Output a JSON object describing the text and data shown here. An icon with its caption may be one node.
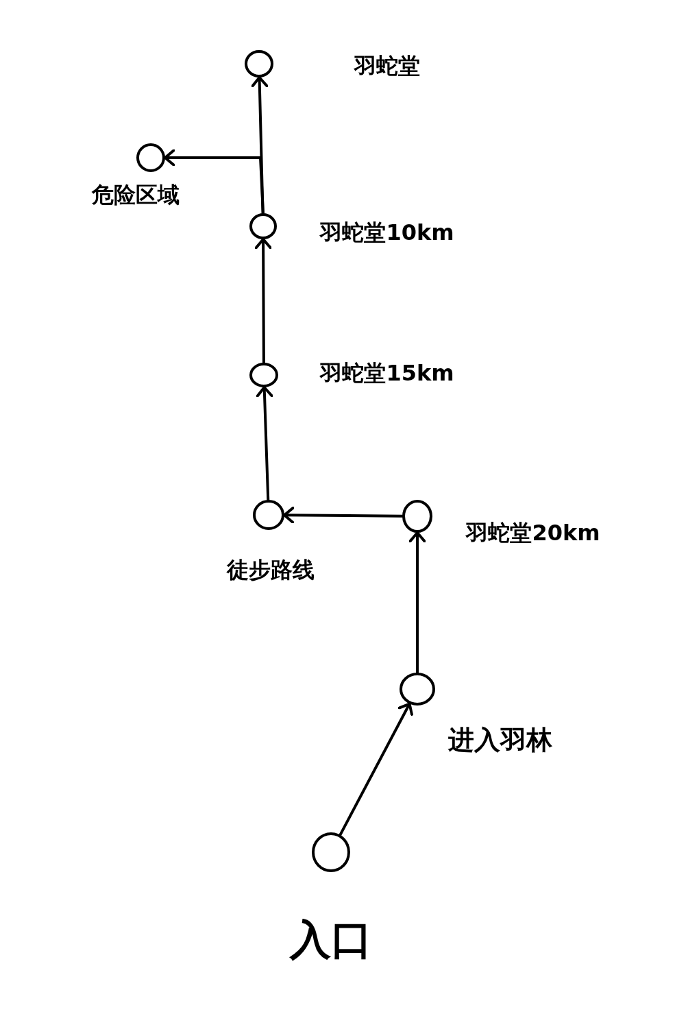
{
  "diagram": {
    "nodes": [
      {
        "text": [],
        "shape": "circle",
        "beside": [
          "羽蛇堂"
        ]
      },
      {
        "text": [],
        "shape": "circle",
        "beside": [
          "危险区域"
        ]
      },
      {
        "text": [],
        "shape": "circle",
        "beside": [
          "羽蛇堂10km"
        ]
      },
      {
        "text": [],
        "shape": "circle",
        "beside": [
          "羽蛇堂15km"
        ]
      },
      {
        "text": [],
        "shape": "circle",
        "beside": [
          "徒步路线"
        ]
      },
      {
        "text": [],
        "shape": "circle",
        "beside": [
          "羽蛇堂20km"
        ]
      },
      {
        "text": [],
        "shape": "circle",
        "beside": [
          "进入羽林"
        ]
      },
      {
        "text": [],
        "shape": "circle",
        "beside": [
          "入口"
        ]
      }
    ],
    "edges": [
      {
        "from": 7,
        "to": 6,
        "arrow": "to"
      },
      {
        "from": 6,
        "to": 5,
        "arrow": "to"
      },
      {
        "from": 5,
        "to": 4,
        "arrow": "to"
      },
      {
        "from": 4,
        "to": 3,
        "arrow": "to"
      },
      {
        "from": 3,
        "to": 2,
        "arrow": "to"
      },
      {
        "from": 2,
        "to": 0,
        "arrow": "to"
      },
      {
        "from": 2,
        "to": 1,
        "arrow": "to"
      }
    ]
  }
}
